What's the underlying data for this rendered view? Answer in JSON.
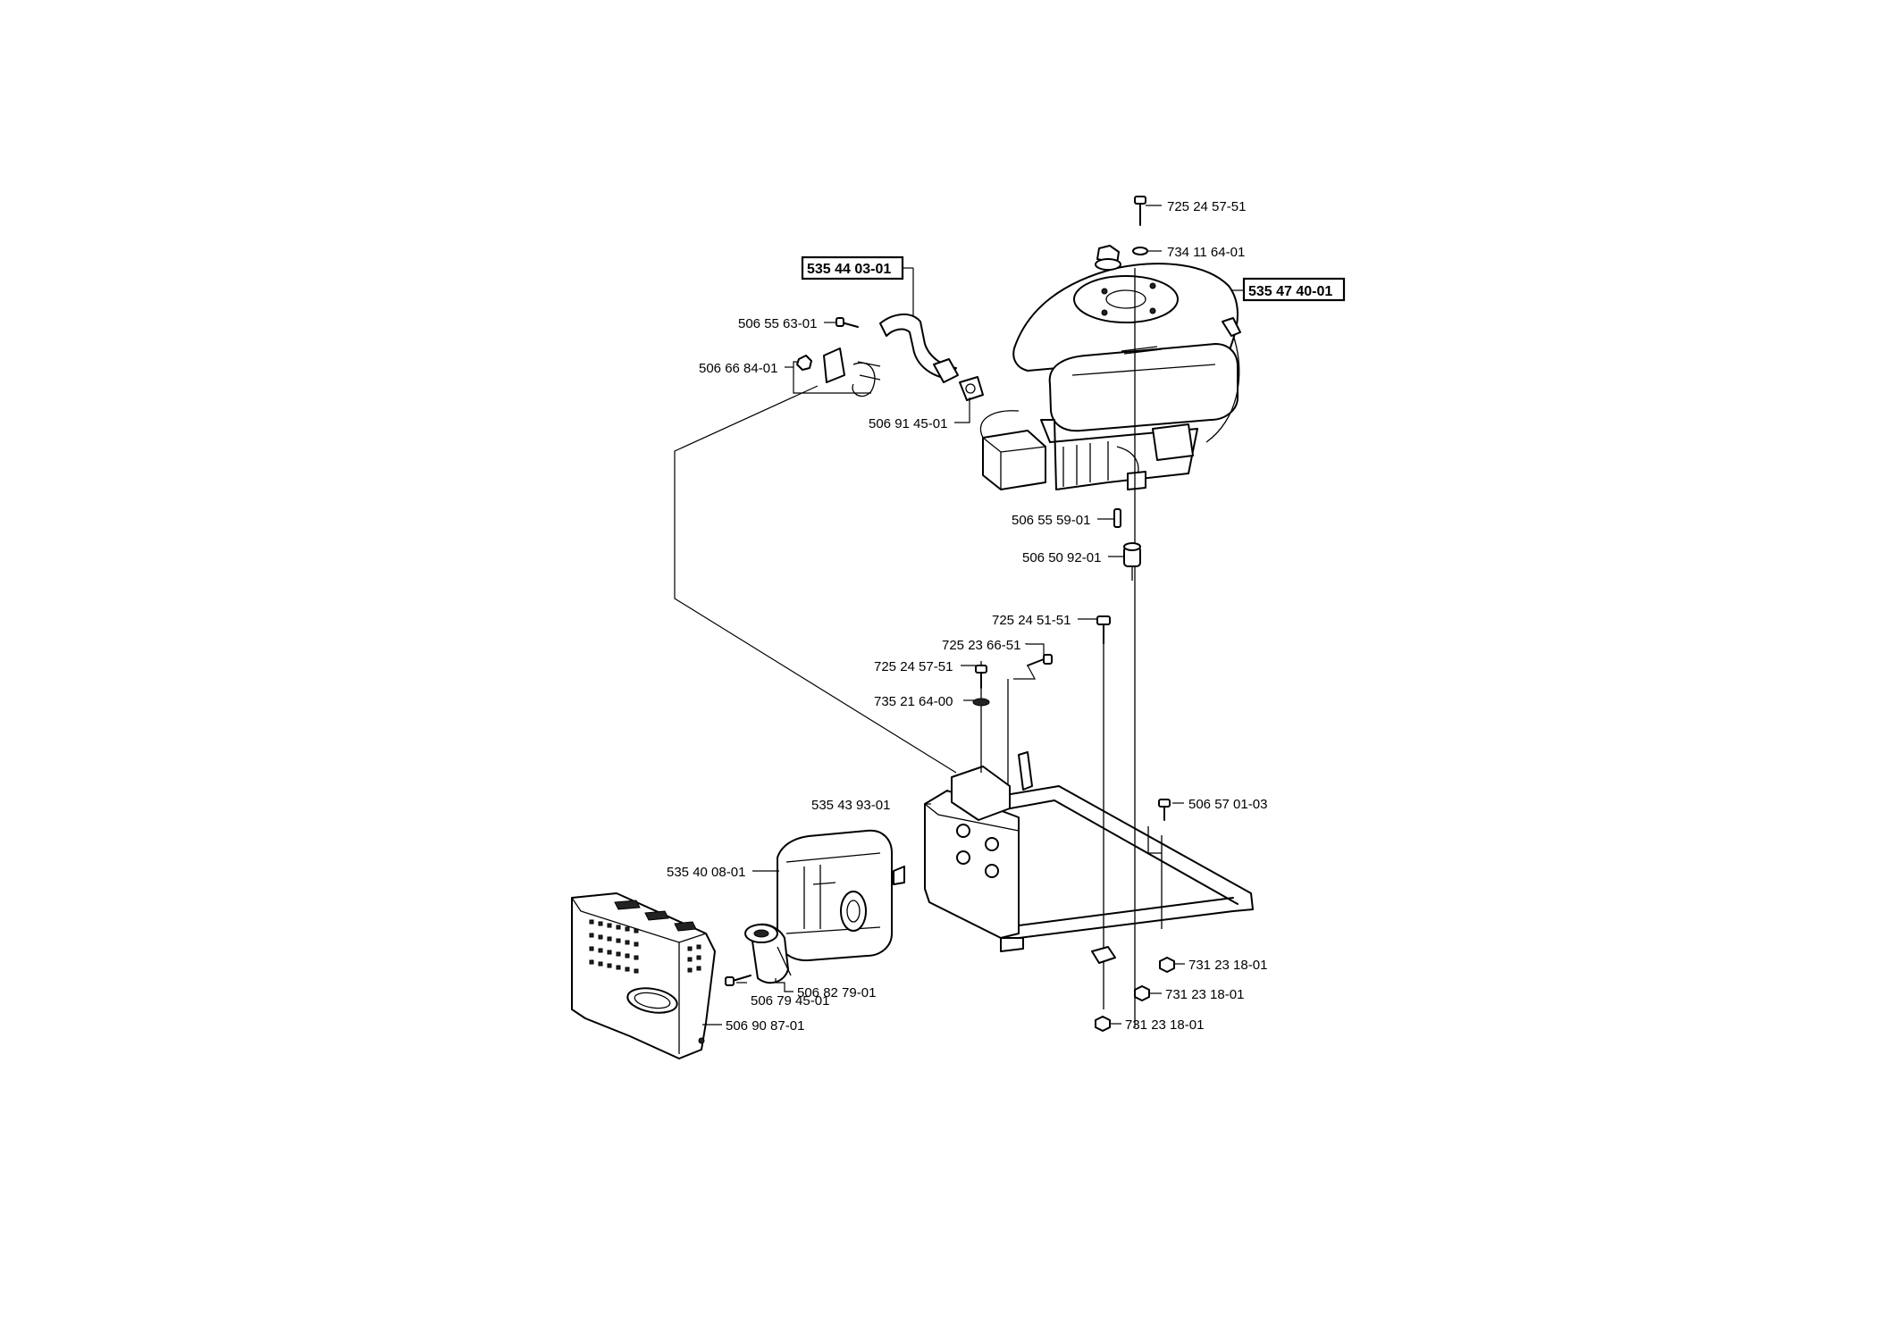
{
  "parts": [
    {
      "id": "p1",
      "number": "725 24 57-51",
      "boxed": false
    },
    {
      "id": "p2",
      "number": "734 11 64-01",
      "boxed": false
    },
    {
      "id": "p3",
      "number": "535 47 40-01",
      "boxed": true
    },
    {
      "id": "p4",
      "number": "535 44 03-01",
      "boxed": true
    },
    {
      "id": "p5",
      "number": "506 55 63-01",
      "boxed": false
    },
    {
      "id": "p6",
      "number": "506 66 84-01",
      "boxed": false
    },
    {
      "id": "p7",
      "number": "506 91 45-01",
      "boxed": false
    },
    {
      "id": "p8",
      "number": "506 55 59-01",
      "boxed": false
    },
    {
      "id": "p9",
      "number": "506 50 92-01",
      "boxed": false
    },
    {
      "id": "p10",
      "number": "725 24 51-51",
      "boxed": false
    },
    {
      "id": "p11",
      "number": "725 23 66-51",
      "boxed": false
    },
    {
      "id": "p12",
      "number": "725 24 57-51",
      "boxed": false
    },
    {
      "id": "p13",
      "number": "735 21 64-00",
      "boxed": false
    },
    {
      "id": "p14",
      "number": "535 43 93-01",
      "boxed": false
    },
    {
      "id": "p15",
      "number": "506 57 01-03",
      "boxed": false
    },
    {
      "id": "p16",
      "number": "535 40 08-01",
      "boxed": false
    },
    {
      "id": "p17",
      "number": "506 82 79-01",
      "boxed": false
    },
    {
      "id": "p18",
      "number": "731 23 18-01",
      "boxed": false
    },
    {
      "id": "p19",
      "number": "506 79 45-01",
      "boxed": false
    },
    {
      "id": "p20",
      "number": "731 23 18-01",
      "boxed": false
    },
    {
      "id": "p21",
      "number": "506 90 87-01",
      "boxed": false
    },
    {
      "id": "p22",
      "number": "731 23 18-01",
      "boxed": false
    }
  ]
}
